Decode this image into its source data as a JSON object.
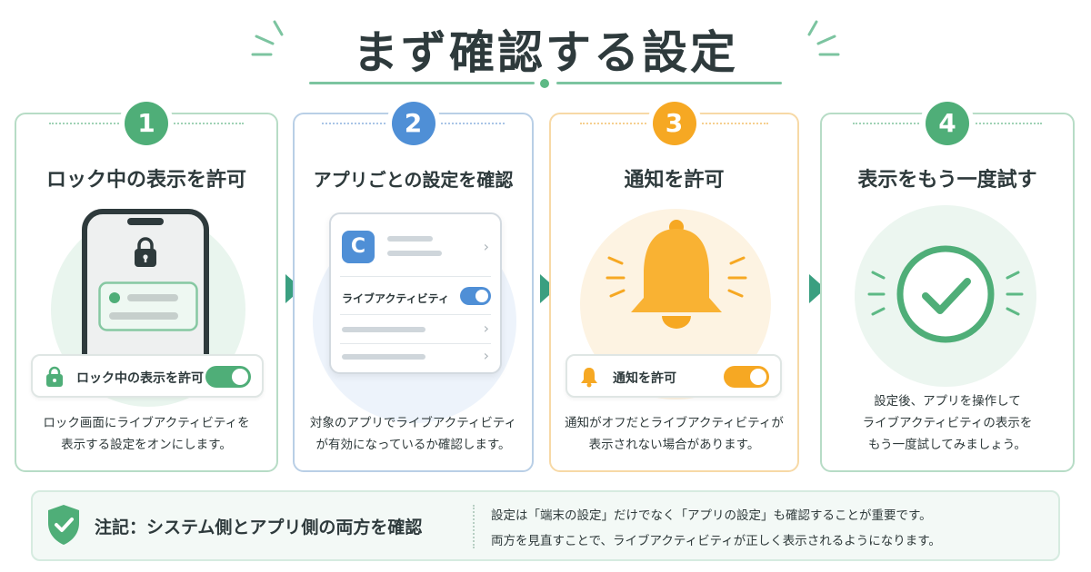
{
  "title": "まず確認する設定",
  "colors": {
    "green": "#4fae78",
    "blue": "#4f8fd6",
    "orange": "#f6a823",
    "arrow": "#3a9f80"
  },
  "steps": [
    {
      "number": "1",
      "title": "ロック中の表示を許可",
      "toggle_label": "ロック中の表示を許可",
      "toggle_icon": "lock-icon",
      "illustration": "phone-lock-screen",
      "desc": [
        "ロック画面にライブアクティビティを",
        "表示する設定をオンにします。"
      ]
    },
    {
      "number": "2",
      "title": "アプリごとの設定を確認",
      "app_icon_letter": "C",
      "toggle_label": "ライブアクティビティ",
      "illustration": "app-settings-panel",
      "desc": [
        "対象のアプリでライブアクティビティ",
        "が有効になっているか確認します。"
      ]
    },
    {
      "number": "3",
      "title": "通知を許可",
      "toggle_label": "通知を許可",
      "toggle_icon": "bell-icon",
      "illustration": "bell",
      "desc": [
        "通知がオフだとライブアクティビティが",
        "表示されない場合があります。"
      ]
    },
    {
      "number": "4",
      "title": "表示をもう一度試す",
      "illustration": "check-circle",
      "desc": [
        "設定後、アプリを操作して",
        "ライブアクティビティの表示を",
        "もう一度試してみましょう。"
      ]
    }
  ],
  "note": {
    "title": "注記：システム側とアプリ側の両方を確認",
    "lines": [
      "設定は「端末の設定」だけでなく「アプリの設定」も確認することが重要です。",
      "両方を見直すことで、ライブアクティビティが正しく表示されるようになります。"
    ]
  }
}
